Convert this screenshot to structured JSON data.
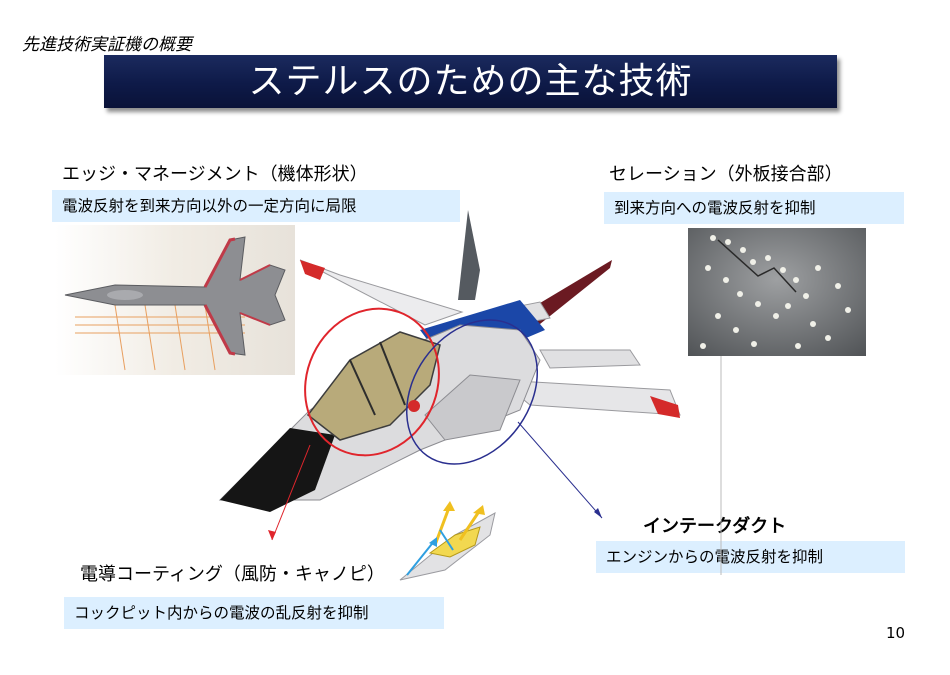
{
  "slide": {
    "subtitle": "先進技術実証機の概要",
    "title": "ステルスのための主な技術",
    "page_number": "10"
  },
  "sections": {
    "edge": {
      "heading": "エッジ・マネージメント（機体形状）",
      "description": "電波反射を到来方向以外の一定方向に局限"
    },
    "serration": {
      "heading": "セレーション（外板接合部）",
      "description": "到来方向への電波反射を抑制"
    },
    "intake": {
      "heading": "インテークダクト",
      "description": "エンジンからの電波反射を抑制"
    },
    "coating": {
      "heading": "電導コーティング（風防・キャノピ）",
      "description": "コックピット内からの電波の乱反射を抑制"
    }
  },
  "colors": {
    "title_bar": "#0e1a48",
    "box_fill": "#dcefff",
    "cockpit_ring": "#e0252c",
    "intake_ring": "#2a2f8f"
  }
}
